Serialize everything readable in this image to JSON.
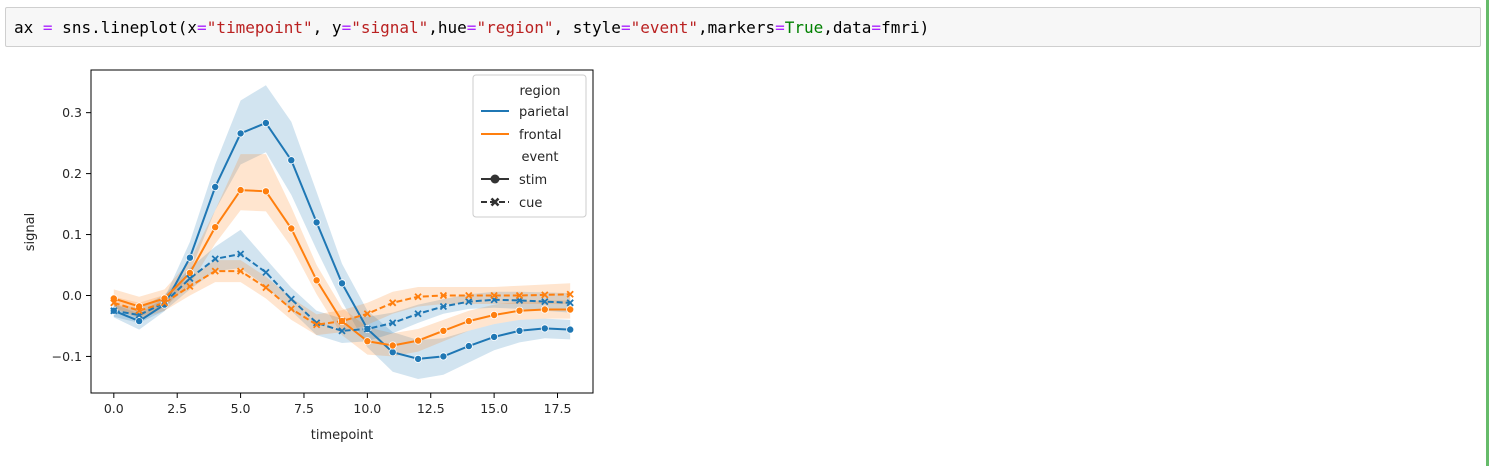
{
  "code": {
    "tokens": [
      {
        "text": "ax ",
        "cls": ""
      },
      {
        "text": "=",
        "cls": "tok-op"
      },
      {
        "text": " sns.lineplot(x",
        "cls": ""
      },
      {
        "text": "=",
        "cls": "tok-op"
      },
      {
        "text": "\"timepoint\"",
        "cls": "tok-str"
      },
      {
        "text": ", y",
        "cls": ""
      },
      {
        "text": "=",
        "cls": "tok-op"
      },
      {
        "text": "\"signal\"",
        "cls": "tok-str"
      },
      {
        "text": ",hue",
        "cls": ""
      },
      {
        "text": "=",
        "cls": "tok-op"
      },
      {
        "text": "\"region\"",
        "cls": "tok-str"
      },
      {
        "text": ", style",
        "cls": ""
      },
      {
        "text": "=",
        "cls": "tok-op"
      },
      {
        "text": "\"event\"",
        "cls": "tok-str"
      },
      {
        "text": ",markers",
        "cls": ""
      },
      {
        "text": "=",
        "cls": "tok-op"
      },
      {
        "text": "True",
        "cls": "tok-kw"
      },
      {
        "text": ",data",
        "cls": ""
      },
      {
        "text": "=",
        "cls": "tok-op"
      },
      {
        "text": "fmri)",
        "cls": ""
      }
    ]
  },
  "chart_data": {
    "type": "line",
    "xlabel": "timepoint",
    "ylabel": "signal",
    "xlim": [
      -0.9,
      18.9
    ],
    "ylim": [
      -0.16,
      0.37
    ],
    "xticks": [
      0.0,
      2.5,
      5.0,
      7.5,
      10.0,
      12.5,
      15.0,
      17.5
    ],
    "xtick_labels": [
      "0.0",
      "2.5",
      "5.0",
      "7.5",
      "10.0",
      "12.5",
      "15.0",
      "17.5"
    ],
    "yticks": [
      -0.1,
      0.0,
      0.1,
      0.2,
      0.3
    ],
    "ytick_labels": [
      "−0.1",
      "0.0",
      "0.1",
      "0.2",
      "0.3"
    ],
    "grid": false,
    "legend_placement": "top-right",
    "legend": {
      "hue_title": "region",
      "style_title": "event",
      "hue_entries": [
        {
          "label": "parietal",
          "color": "#1f77b4"
        },
        {
          "label": "frontal",
          "color": "#ff7f0e"
        }
      ],
      "style_entries": [
        {
          "label": "stim",
          "marker": "circle",
          "dashed": false
        },
        {
          "label": "cue",
          "marker": "x",
          "dashed": true
        }
      ]
    },
    "x": [
      0,
      1,
      2,
      3,
      4,
      5,
      6,
      7,
      8,
      9,
      10,
      11,
      12,
      13,
      14,
      15,
      16,
      17,
      18
    ],
    "series": [
      {
        "region": "parietal",
        "event": "stim",
        "color": "#1f77b4",
        "marker": "circle",
        "dashed": false,
        "values": [
          -0.025,
          -0.042,
          -0.015,
          0.062,
          0.178,
          0.266,
          0.283,
          0.222,
          0.12,
          0.02,
          -0.055,
          -0.093,
          -0.104,
          -0.1,
          -0.083,
          -0.068,
          -0.058,
          -0.054,
          -0.056
        ],
        "lower": [
          -0.036,
          -0.056,
          -0.026,
          0.038,
          0.14,
          0.215,
          0.235,
          0.165,
          0.075,
          -0.01,
          -0.085,
          -0.125,
          -0.137,
          -0.13,
          -0.11,
          -0.09,
          -0.077,
          -0.07,
          -0.072
        ],
        "upper": [
          -0.014,
          -0.03,
          -0.004,
          0.088,
          0.215,
          0.32,
          0.345,
          0.285,
          0.17,
          0.052,
          -0.025,
          -0.06,
          -0.073,
          -0.07,
          -0.058,
          -0.047,
          -0.04,
          -0.038,
          -0.04
        ]
      },
      {
        "region": "frontal",
        "event": "stim",
        "color": "#ff7f0e",
        "marker": "circle",
        "dashed": false,
        "values": [
          -0.005,
          -0.018,
          -0.005,
          0.037,
          0.112,
          0.173,
          0.171,
          0.11,
          0.025,
          -0.042,
          -0.075,
          -0.082,
          -0.074,
          -0.058,
          -0.042,
          -0.032,
          -0.025,
          -0.023,
          -0.023
        ],
        "lower": [
          -0.02,
          -0.035,
          -0.02,
          0.018,
          0.085,
          0.14,
          0.138,
          0.08,
          0.002,
          -0.065,
          -0.097,
          -0.1,
          -0.092,
          -0.075,
          -0.058,
          -0.047,
          -0.04,
          -0.038,
          -0.038
        ],
        "upper": [
          0.01,
          -0.002,
          0.01,
          0.057,
          0.14,
          0.232,
          0.232,
          0.145,
          0.05,
          -0.02,
          -0.052,
          -0.062,
          -0.055,
          -0.04,
          -0.025,
          -0.015,
          -0.01,
          -0.008,
          -0.008
        ]
      },
      {
        "region": "parietal",
        "event": "cue",
        "color": "#1f77b4",
        "marker": "x",
        "dashed": true,
        "values": [
          -0.025,
          -0.032,
          -0.012,
          0.028,
          0.06,
          0.068,
          0.038,
          -0.006,
          -0.045,
          -0.058,
          -0.055,
          -0.045,
          -0.03,
          -0.018,
          -0.01,
          -0.007,
          -0.008,
          -0.01,
          -0.012
        ],
        "lower": [
          -0.035,
          -0.045,
          -0.025,
          0.01,
          0.04,
          0.045,
          0.015,
          -0.025,
          -0.065,
          -0.078,
          -0.075,
          -0.062,
          -0.045,
          -0.03,
          -0.022,
          -0.02,
          -0.022,
          -0.025,
          -0.028
        ],
        "upper": [
          -0.015,
          -0.02,
          0.001,
          0.045,
          0.08,
          0.108,
          0.06,
          0.013,
          -0.025,
          -0.038,
          -0.035,
          -0.028,
          -0.015,
          -0.006,
          0.002,
          0.006,
          0.006,
          0.005,
          0.004
        ]
      },
      {
        "region": "frontal",
        "event": "cue",
        "color": "#ff7f0e",
        "marker": "x",
        "dashed": true,
        "values": [
          -0.012,
          -0.025,
          -0.012,
          0.015,
          0.04,
          0.04,
          0.013,
          -0.022,
          -0.048,
          -0.042,
          -0.03,
          -0.012,
          -0.002,
          0.0,
          0.0,
          0.0,
          0.0,
          0.001,
          0.002
        ],
        "lower": [
          -0.022,
          -0.038,
          -0.025,
          0.0,
          0.022,
          0.022,
          -0.005,
          -0.04,
          -0.065,
          -0.06,
          -0.048,
          -0.03,
          -0.018,
          -0.014,
          -0.014,
          -0.014,
          -0.014,
          -0.014,
          -0.014
        ],
        "upper": [
          -0.002,
          -0.012,
          0.001,
          0.03,
          0.058,
          0.058,
          0.031,
          -0.004,
          -0.031,
          -0.024,
          -0.012,
          0.006,
          0.014,
          0.014,
          0.014,
          0.014,
          0.016,
          0.018,
          0.02
        ]
      }
    ]
  }
}
